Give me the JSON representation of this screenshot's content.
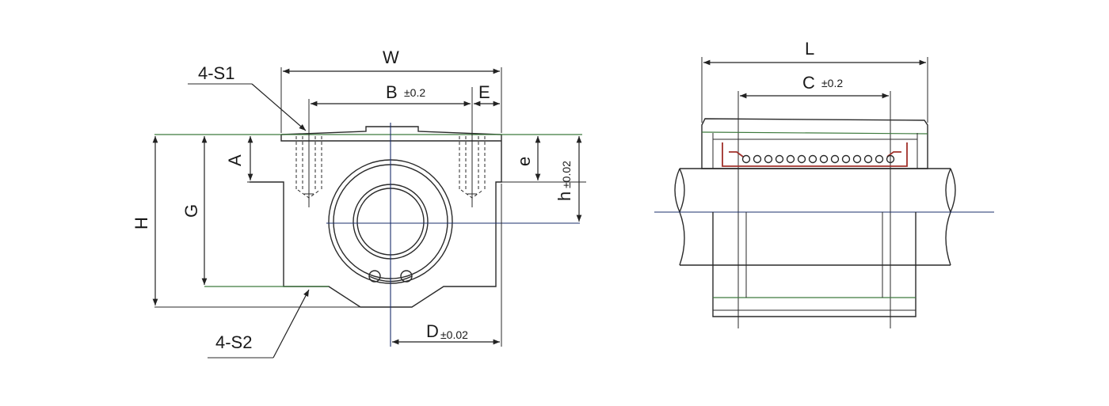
{
  "labels": {
    "W": "W",
    "B": "B",
    "B_tol": "±0.2",
    "E": "E",
    "S1": "4-S1",
    "S2": "4-S2",
    "A": "A",
    "H": "H",
    "G": "G",
    "e": "e",
    "h": "h",
    "h_tol": "±0.02",
    "D": "D",
    "D_tol": "±0.02",
    "L": "L",
    "C": "C",
    "C_tol": "±0.2"
  }
}
